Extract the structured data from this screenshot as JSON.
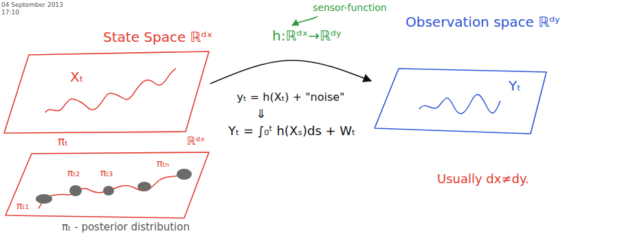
{
  "diagram": {
    "nodes": [
      {
        "text": [
          "Xₜ"
        ]
      },
      {
        "text": [
          "Yₜ"
        ]
      },
      {
        "text": [
          "πₜ₁",
          "πₜ₂",
          "πₜ₃",
          "πₜₙ"
        ]
      }
    ],
    "edges": [
      {
        "from": 0,
        "to": 1,
        "arrow": "to",
        "label": "yₜ = h(Xₜ) + \"noise\""
      }
    ],
    "labels": [
      "04 September 2013",
      "17:10",
      "sensor-function",
      "State Space ℝᵈˣ",
      "h:ℝᵈˣ→ℝᵈʸ",
      "Observation space ℝᵈʸ",
      "⇓",
      "Yₜ = ∫₀ᵗ h(Xₛ)ds + Wₜ",
      "ℝᵈˣ",
      "πₜ",
      "Usually dx≠dy.",
      "πₜ - posterior distribution"
    ]
  }
}
